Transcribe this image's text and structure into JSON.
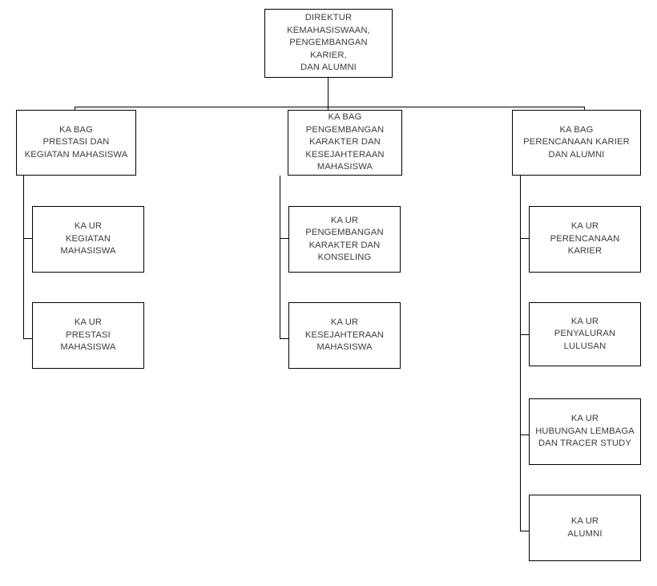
{
  "chart_data": {
    "type": "diagram",
    "diagram_type": "organizational-chart",
    "orientation": "top-down-with-left-spine-children",
    "levels": 3,
    "node_count": 12,
    "root": {
      "id": "direktur",
      "label": "DIREKTUR\nKEMAHASISWAAN,\nPENGEMBANGAN KARIER,\nDAN ALUMNI",
      "lines": [
        "DIREKTUR",
        "KEMAHASISWAAN,",
        "PENGEMBANGAN KARIER,",
        "DAN ALUMNI"
      ],
      "level": 1
    },
    "branches": [
      {
        "id": "bag-prestasi",
        "label": "KA BAG\nPRESTASI DAN\nKEGIATAN MAHASISWA",
        "lines": [
          "KA BAG",
          "PRESTASI DAN",
          "KEGIATAN MAHASISWA"
        ],
        "level": 2,
        "children": [
          {
            "id": "ur-kegiatan-mahasiswa",
            "label": "KA UR\nKEGIATAN MAHASISWA",
            "lines": [
              "KA UR",
              "KEGIATAN MAHASISWA"
            ],
            "level": 3
          },
          {
            "id": "ur-prestasi-mahasiswa",
            "label": "KA UR\nPRESTASI MAHASISWA",
            "lines": [
              "KA UR",
              "PRESTASI MAHASISWA"
            ],
            "level": 3
          }
        ]
      },
      {
        "id": "bag-pengembangan-karakter",
        "label": "KA BAG\nPENGEMBANGAN\nKARAKTER DAN\nKESEJAHTERAAN\nMAHASISWA",
        "lines": [
          "KA BAG",
          "PENGEMBANGAN",
          "KARAKTER DAN",
          "KESEJAHTERAAN",
          "MAHASISWA"
        ],
        "level": 2,
        "children": [
          {
            "id": "ur-pengembangan-karakter-konseling",
            "label": "KA UR\nPENGEMBANGAN\nKARAKTER DAN\nKONSELING",
            "lines": [
              "KA UR",
              "PENGEMBANGAN",
              "KARAKTER DAN",
              "KONSELING"
            ],
            "level": 3
          },
          {
            "id": "ur-kesejahteraan-mahasiswa",
            "label": "KA UR\nKESEJAHTERAAN\nMAHASISWA",
            "lines": [
              "KA UR",
              "KESEJAHTERAAN",
              "MAHASISWA"
            ],
            "level": 3
          }
        ]
      },
      {
        "id": "bag-perencanaan-karier",
        "label": "KA BAG\nPERENCANAAN KARIER\nDAN ALUMNI",
        "lines": [
          "KA BAG",
          "PERENCANAAN KARIER",
          "DAN ALUMNI"
        ],
        "level": 2,
        "children": [
          {
            "id": "ur-perencanaan-karier",
            "label": "KA UR\nPERENCANAAN\nKARIER",
            "lines": [
              "KA UR",
              "PERENCANAAN",
              "KARIER"
            ],
            "level": 3
          },
          {
            "id": "ur-penyaluran-lulusan",
            "label": "KA UR\nPENYALURAN\nLULUSAN",
            "lines": [
              "KA UR",
              "PENYALURAN",
              "LULUSAN"
            ],
            "level": 3
          },
          {
            "id": "ur-hubungan-lembaga",
            "label": "KA UR\nHUBUNGAN LEMBAGA\nDAN TRACER STUDY",
            "lines": [
              "KA UR",
              "HUBUNGAN LEMBAGA",
              "DAN TRACER STUDY"
            ],
            "level": 3
          },
          {
            "id": "ur-alumni",
            "label": "KA UR\nALUMNI",
            "lines": [
              "KA UR",
              "ALUMNI"
            ],
            "level": 3
          }
        ]
      }
    ],
    "colors": {
      "background": "#ffffff",
      "box_border": "#000000",
      "box_fill": "#ffffff",
      "text": "#3b3b3b",
      "connector": "#000000"
    }
  }
}
